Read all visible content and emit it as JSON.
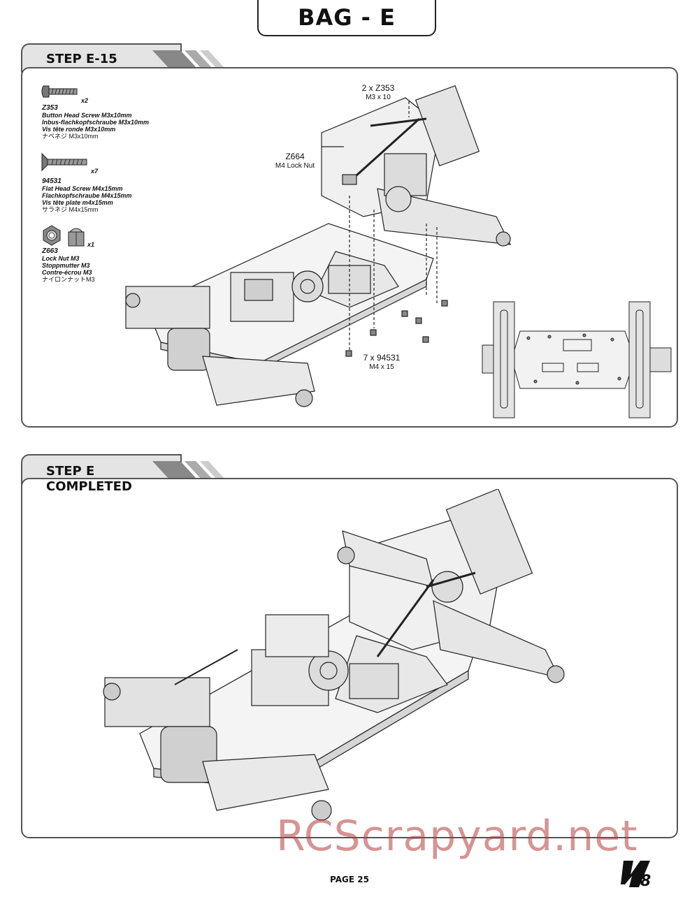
{
  "header": {
    "bag_title": "BAG - E"
  },
  "step1": {
    "title": "STEP E-15",
    "parts": [
      {
        "code": "Z353",
        "qty": "x2",
        "names": [
          "Button Head Screw M3x10mm",
          "Inbus-flachkopfschraube M3x10mm",
          "Vis tête ronde M3x10mm"
        ],
        "jp": "ナベネジ M3x10mm"
      },
      {
        "code": "94531",
        "qty": "x7",
        "names": [
          "Flat Head Screw M4x15mm",
          "Flachkopfschraube M4x15mm",
          "Vis tête plate m4x15mm"
        ],
        "jp": "サラネジ M4x15mm"
      },
      {
        "code": "Z663",
        "qty": "x1",
        "names": [
          "Lock Nut M3",
          "Stoppmutter M3",
          "Contre-écrou M3"
        ],
        "jp": "ナイロンナットM3"
      }
    ],
    "callouts": [
      {
        "main": "2 x Z353",
        "sub": "M3 x 10"
      },
      {
        "main": "Z664",
        "sub": "M4 Lock Nut"
      },
      {
        "main": "7 x 94531",
        "sub": "M4 x 15"
      }
    ]
  },
  "step2": {
    "title_line1": "STEP E",
    "title_line2": "COMPLETED"
  },
  "footer": {
    "page": "PAGE 25",
    "watermark": "RCScrapyard.net",
    "logo_text": "e8"
  },
  "colors": {
    "panel_border": "#555555",
    "header_fill": "#e4e4e4",
    "stripe": "#888888",
    "watermark": "#b43c3c"
  }
}
